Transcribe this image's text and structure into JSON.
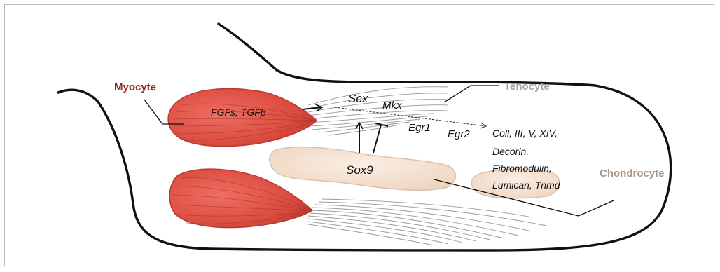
{
  "labels": {
    "myocyte": "Myocyte",
    "tenocyte": "Tenocyte",
    "chondrocyte": "Chondrocyte",
    "fgfs": "FGFs, TGFβ",
    "scx": "Scx",
    "mkx": "Mkx",
    "egr1": "Egr1",
    "egr2": "Egr2",
    "sox9": "Sox9",
    "targets": [
      "Coll, III, V, XIV,",
      "Decorin,",
      "Fibromodulin,",
      "Lumican, Tnmd"
    ]
  },
  "colors": {
    "myocyte_label": "#8b2b22",
    "tenocyte_label": "#a7a7a7",
    "chondrocyte_label": "#a89585",
    "muscle_fill": "#e0564a",
    "muscle_dark": "#b83a30",
    "tendon_fiber": "#9a9a9a",
    "chondro_fill": "#f2dccb",
    "chondro_edge": "#dcc2ae"
  }
}
